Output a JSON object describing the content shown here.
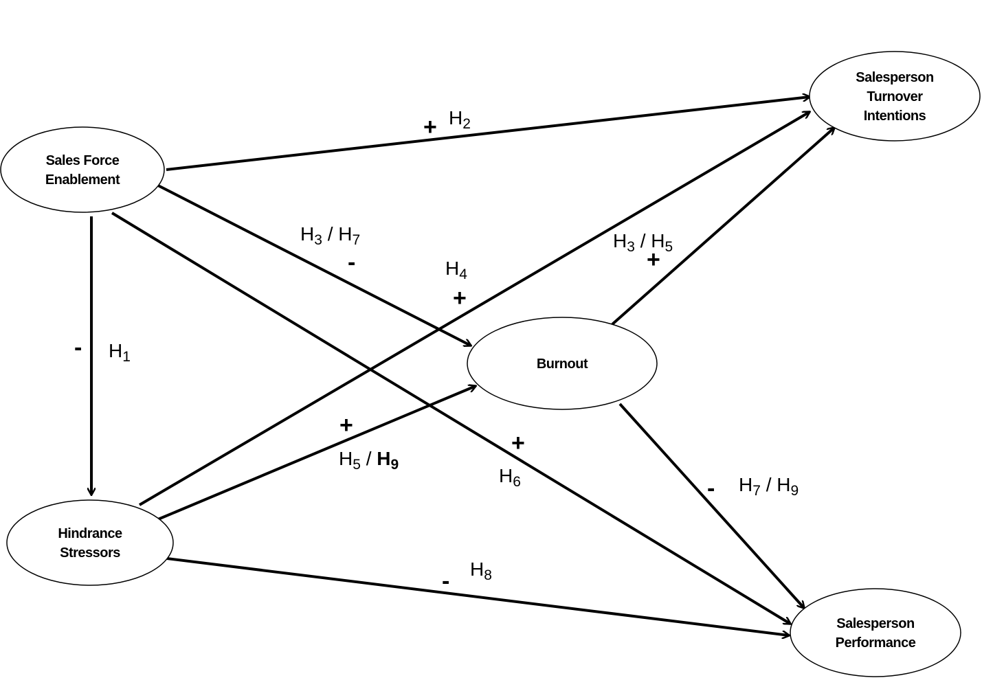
{
  "title": "Sales force enablement conceptual model",
  "nodes": [
    {
      "id": "sfe",
      "lines": [
        "Sales Force",
        "Enablement"
      ]
    },
    {
      "id": "turnover",
      "lines": [
        "Salesperson",
        "Turnover",
        "Intentions"
      ]
    },
    {
      "id": "burnout",
      "lines": [
        "Burnout"
      ]
    },
    {
      "id": "hindrance",
      "lines": [
        "Hindrance",
        "Stressors"
      ]
    },
    {
      "id": "performance",
      "lines": [
        "Salesperson",
        "Performance"
      ]
    }
  ],
  "paths": [
    {
      "from": "sfe",
      "to": "turnover",
      "sign": "+",
      "label": [
        {
          "t": "H"
        },
        {
          "s": "2"
        }
      ]
    },
    {
      "from": "sfe",
      "to": "burnout",
      "sign": "-",
      "label": [
        {
          "t": "H"
        },
        {
          "s": "3"
        },
        {
          "t": " / H"
        },
        {
          "s": "7"
        }
      ]
    },
    {
      "from": "sfe",
      "to": "performance",
      "sign": "+",
      "label": [
        {
          "t": "H"
        },
        {
          "s": "6"
        }
      ]
    },
    {
      "from": "sfe",
      "to": "hindrance",
      "sign": "-",
      "label": [
        {
          "t": "H"
        },
        {
          "s": "1"
        }
      ]
    },
    {
      "from": "hindrance",
      "to": "turnover",
      "sign": "+",
      "label": [
        {
          "t": "H"
        },
        {
          "s": "4"
        }
      ]
    },
    {
      "from": "hindrance",
      "to": "burnout",
      "sign": "+",
      "label": [
        {
          "t": "H"
        },
        {
          "s": "5"
        },
        {
          "t": " / "
        },
        {
          "t": "H",
          "b": true
        },
        {
          "s": "9",
          "b": true
        }
      ]
    },
    {
      "from": "hindrance",
      "to": "performance",
      "sign": "-",
      "label": [
        {
          "t": "H"
        },
        {
          "s": "8"
        }
      ]
    },
    {
      "from": "burnout",
      "to": "turnover",
      "sign": "+",
      "label": [
        {
          "t": "H"
        },
        {
          "s": "3"
        },
        {
          "t": " / H"
        },
        {
          "s": "5"
        }
      ]
    },
    {
      "from": "burnout",
      "to": "performance",
      "sign": "-",
      "label": [
        {
          "t": "H"
        },
        {
          "s": "7"
        },
        {
          "t": " / H"
        },
        {
          "s": "9"
        }
      ]
    }
  ]
}
